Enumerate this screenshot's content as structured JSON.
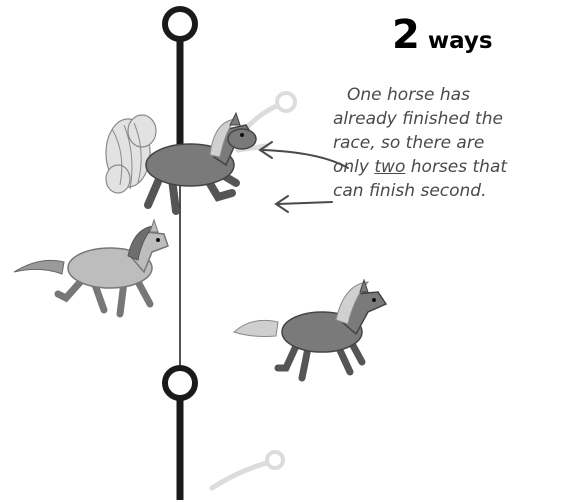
{
  "diagram": {
    "count_number": "2",
    "count_unit": "ways",
    "note": {
      "line1": "One horse has",
      "line2": "already finished the",
      "line3": "race, so there are",
      "line4_before": "only ",
      "line4_emph": "two",
      "line4_after": " horses that",
      "line5": "can finish second."
    },
    "colors": {
      "line": "#1a1a1a",
      "node_fill": "#ffffff",
      "horse_dark": "#7a7a7a",
      "horse_light": "#bdbdbd",
      "mane": "#6e6e6e",
      "annotation": "#4a4a4a",
      "ghost": "#dcdcdc"
    },
    "icons": [
      "horse-finished-icon",
      "horse-running-light-icon",
      "horse-running-dark-icon",
      "arrow-icon"
    ]
  }
}
